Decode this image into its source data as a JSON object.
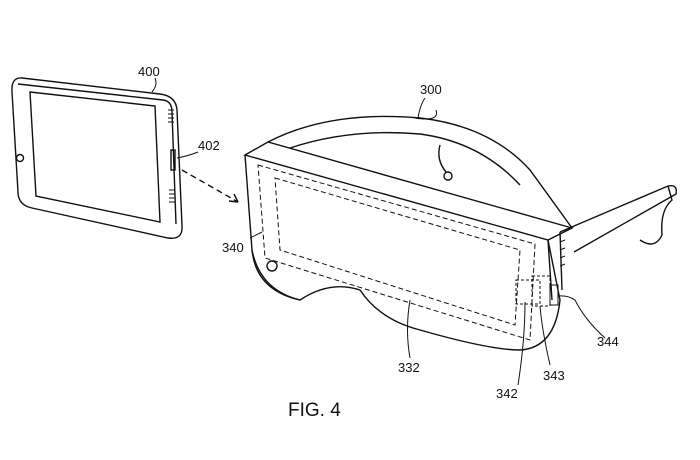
{
  "figure": {
    "caption": "FIG. 4",
    "labels": {
      "phone": "400",
      "phone_connector": "402",
      "headset": "300",
      "housing": "340",
      "lens_region": "332",
      "connector_a": "342",
      "connector_b": "343",
      "connector_c": "344"
    }
  }
}
